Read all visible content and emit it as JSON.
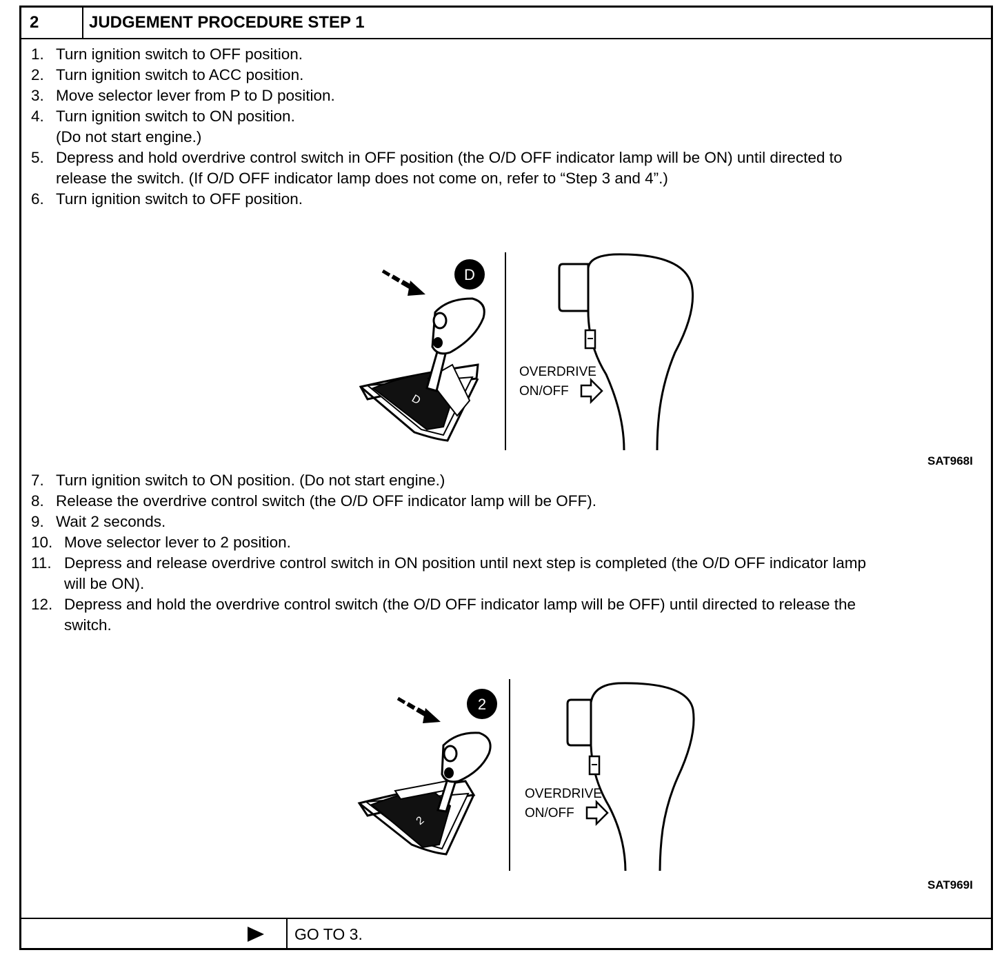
{
  "header": {
    "step_number": "2",
    "title": "JUDGEMENT PROCEDURE STEP 1"
  },
  "steps_a": [
    {
      "num": "1.",
      "text": "Turn ignition switch to OFF position."
    },
    {
      "num": "2.",
      "text": "Turn ignition switch to ACC position."
    },
    {
      "num": "3.",
      "text": "Move selector lever from P to D position."
    },
    {
      "num": "4.",
      "text": "Turn ignition switch to ON position.",
      "text2": "(Do not start engine.)"
    },
    {
      "num": "5.",
      "text": "Depress and hold overdrive control switch in OFF position (the O/D OFF indicator lamp will be ON) until directed to",
      "text2": "release the switch. (If O/D OFF indicator lamp does not come on, refer to “Step 3 and 4”.)"
    },
    {
      "num": "6.",
      "text": "Turn ignition switch to OFF position."
    }
  ],
  "figure1": {
    "code": "SAT968I",
    "circle_label": "D",
    "gate_label": "D",
    "switch_label_1": "OVERDRIVE",
    "switch_label_2": "ON/OFF"
  },
  "steps_b": [
    {
      "num": "7.",
      "text": "Turn ignition switch to ON position. (Do not start engine.)"
    },
    {
      "num": "8.",
      "text": "Release the overdrive control switch (the O/D OFF indicator lamp will be OFF)."
    },
    {
      "num": "9.",
      "text": "Wait 2 seconds."
    },
    {
      "num": "10.",
      "text": "Move selector lever to 2 position."
    },
    {
      "num": "11.",
      "text": "Depress and release overdrive control switch in ON position until next step is completed (the O/D OFF indicator lamp",
      "text2": "will be ON)."
    },
    {
      "num": "12.",
      "text": "Depress and hold the overdrive control switch (the O/D OFF indicator lamp will be OFF) until directed to release the",
      "text2": "switch."
    }
  ],
  "figure2": {
    "code": "SAT969I",
    "circle_label": "2",
    "gate_label": "2",
    "switch_label_1": "OVERDRIVE",
    "switch_label_2": "ON/OFF"
  },
  "footer": {
    "text": "GO TO 3."
  }
}
